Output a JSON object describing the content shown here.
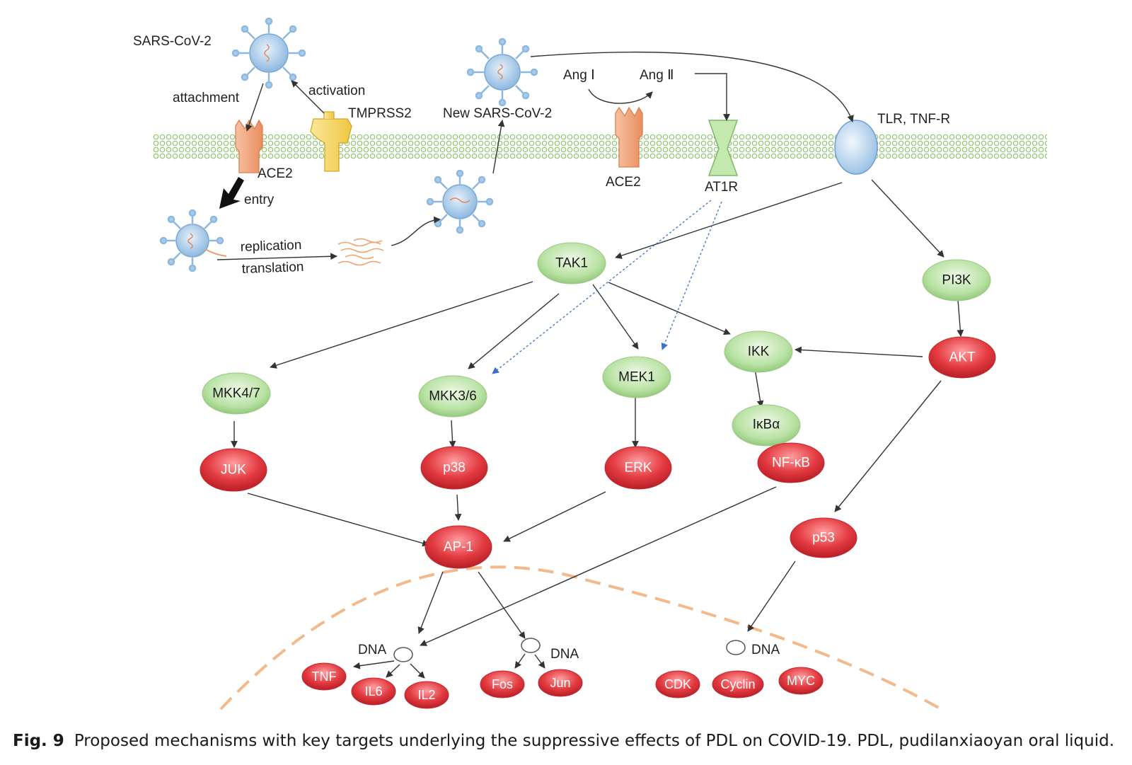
{
  "labels": {
    "sars_cov2": "SARS-CoV-2",
    "attachment": "attachment",
    "activation": "activation",
    "tmprss2": "TMPRSS2",
    "ace2_left": "ACE2",
    "entry": "entry",
    "replication": "replication",
    "translation": "translation",
    "new_sars": "New SARS-CoV-2",
    "ang1": "Ang Ⅰ",
    "ang2": "Ang Ⅱ",
    "ace2_right": "ACE2",
    "at1r": "AT1R",
    "tlr": "TLR, TNF-R",
    "dna1": "DNA",
    "dna2": "DNA",
    "dna3": "DNA"
  },
  "nodes": {
    "tak1": "TAK1",
    "pi3k": "PI3K",
    "mkk47": "MKK4/7",
    "mkk36": "MKK3/6",
    "mek1": "MEK1",
    "ikk": "IKK",
    "ikba": "IκBα",
    "akt": "AKT",
    "juk": "JUK",
    "p38": "p38",
    "erk": "ERK",
    "nfkb": "NF-κB",
    "ap1": "AP-1",
    "p53": "p53"
  },
  "genes": {
    "tnf": "TNF",
    "il6": "IL6",
    "il2": "IL2",
    "fos": "Fos",
    "jun": "Jun",
    "cdk": "CDK",
    "cyclin": "Cyclin",
    "myc": "MYC"
  },
  "caption": {
    "figure_number": "Fig. 9",
    "text": "Proposed mechanisms with key targets underlying the suppressive effects of PDL on COVID-19. PDL, pudilanxiaoyan oral liquid."
  },
  "colors": {
    "green_node": "#b9e2a4",
    "red_node": "#e23a40",
    "membrane": "#8dc46a",
    "virus": "#a9cbea",
    "ace2": "#f4a981",
    "tmprss2": "#f7dc6a",
    "at1r": "#c4e8b0",
    "nuclear_envelope": "#f3b98a",
    "dashed_arrow": "#4a77c9"
  }
}
